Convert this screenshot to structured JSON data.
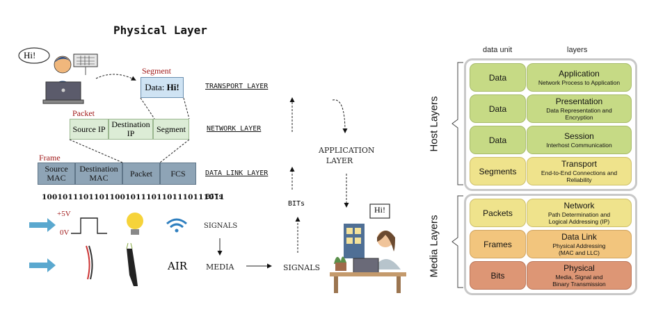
{
  "title": "Physical Layer",
  "left": {
    "hi_bubble_sender": "Hi!",
    "hi_bubble_receiver": "Hi!",
    "segment": {
      "tag": "Segment",
      "data_prefix": "Data:",
      "data_value": "Hi!"
    },
    "packet": {
      "tag": "Packet",
      "fields": [
        "Source IP",
        "Destination IP",
        "Segment"
      ]
    },
    "frame": {
      "tag": "Frame",
      "fields": [
        "Source MAC",
        "Destination MAC",
        "Packet",
        "FCS"
      ]
    },
    "bits_string": "10010111011011001011101101110111011",
    "layer_labels": {
      "transport": "TRANSPORT LAYER",
      "network": "NETWORK LAYER",
      "data_link": "DATA LINK LAYER",
      "bits": "BITs"
    },
    "signal": {
      "plus": "+5V",
      "zero": "0V"
    },
    "signals_label": "SIGNALS",
    "media_label": "MEDIA",
    "air_label": "AIR",
    "signals_label_2": "SIGNALS",
    "bits_label_2": "BITs",
    "application_layer": "APPLICATION LAYER"
  },
  "right": {
    "header_unit": "data unit",
    "header_layers": "layers",
    "host_label": "Host Layers",
    "media_label": "Media Layers",
    "rows": [
      {
        "unit": "Data",
        "name": "Application",
        "desc": "Network Process to Application",
        "color": "#c6da85"
      },
      {
        "unit": "Data",
        "name": "Presentation",
        "desc": "Data Representation and Encryption",
        "color": "#c6da85"
      },
      {
        "unit": "Data",
        "name": "Session",
        "desc": "Interhost Communication",
        "color": "#c6da85"
      },
      {
        "unit": "Segments",
        "name": "Transport",
        "desc": "End-to-End Connections and Reliability",
        "color": "#efe38c"
      },
      {
        "unit": "Packets",
        "name": "Network",
        "desc": "Path Determination and Logical Addressing (IP)",
        "color": "#efe38c"
      },
      {
        "unit": "Frames",
        "name": "Data Link",
        "desc": "Physical Addressing (MAC and LLC)",
        "color": "#f2c57d"
      },
      {
        "unit": "Bits",
        "name": "Physical",
        "desc": "Media, Signal and Binary Transmission",
        "color": "#dd9675"
      }
    ]
  }
}
